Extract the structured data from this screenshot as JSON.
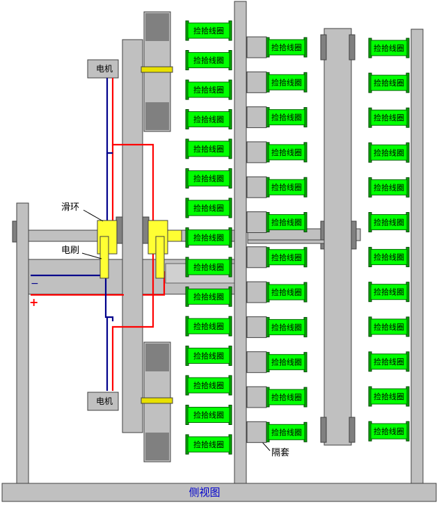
{
  "caption": "侧视图",
  "labels": {
    "motor": "电机",
    "slip_ring": "滑环",
    "brush": "电刷",
    "spacer": "隔套",
    "minus": "−",
    "plus": "+"
  },
  "coil_label": "捡拾线圈",
  "colors": {
    "frame_fill": "#c0c0c0",
    "frame_stroke": "#404040",
    "dark_gray": "#808080",
    "coil_green": "#00ff00",
    "coil_dark": "#009900",
    "slip_ring_yellow": "#ffff33",
    "wire_red": "#ff0000",
    "wire_blue": "#00008b",
    "caption_blue": "#0000cc"
  }
}
